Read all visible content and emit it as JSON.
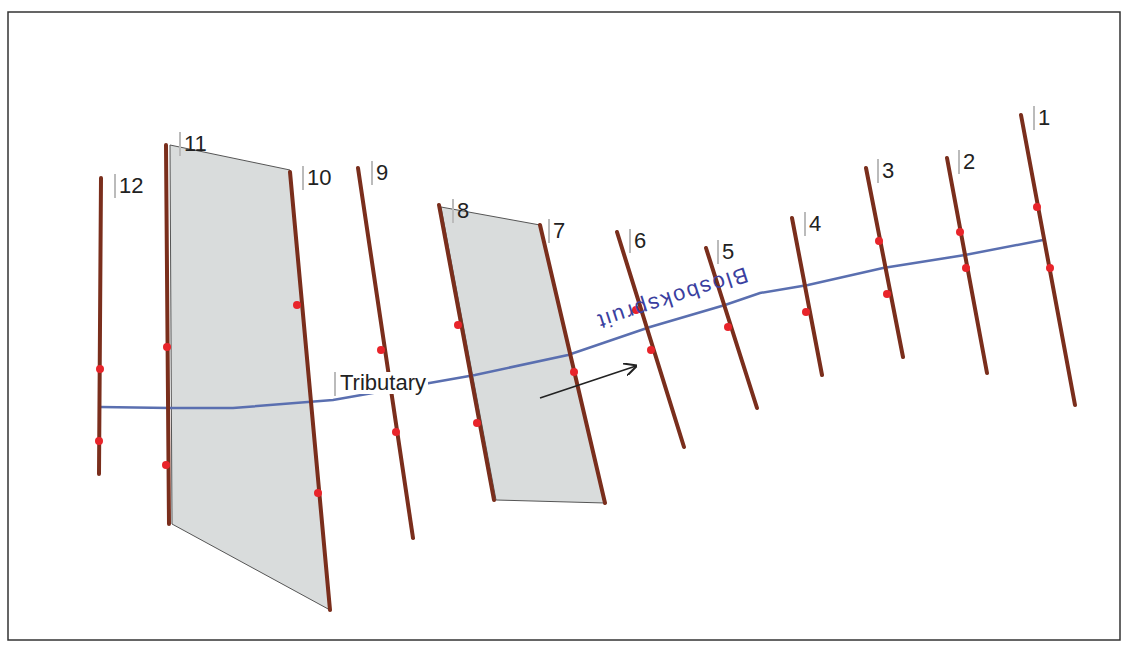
{
  "diagram": {
    "labels": [
      "12",
      "11",
      "10",
      "9",
      "8",
      "7",
      "6",
      "5",
      "4",
      "3",
      "2",
      "1",
      "Tributary",
      "Blosbokspruit"
    ]
  }
}
